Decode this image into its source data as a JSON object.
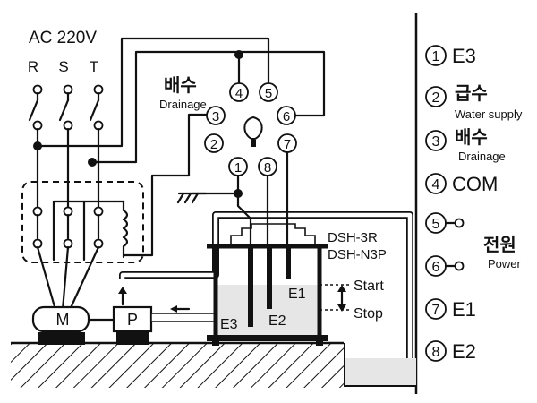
{
  "supply": {
    "label": "AC 220V",
    "phases": [
      "R",
      "S",
      "T"
    ]
  },
  "terminals": [
    {
      "num": "1",
      "label": "E3"
    },
    {
      "num": "2",
      "label": "급수",
      "sub": "Water supply"
    },
    {
      "num": "3",
      "label": "배수",
      "sub": "Drainage"
    },
    {
      "num": "4",
      "label": "COM"
    },
    {
      "num": "5",
      "label": ""
    },
    {
      "num": "6",
      "label": ""
    },
    {
      "num": "7",
      "label": "E1"
    },
    {
      "num": "8",
      "label": "E2"
    }
  ],
  "power": {
    "label": "전원",
    "sub": "Power"
  },
  "relay_drainage": {
    "label": "배수",
    "sub": "Drainage"
  },
  "tank": {
    "models": [
      "DSH-3R",
      "DSH-N3P"
    ]
  },
  "electrodes": [
    "E1",
    "E2",
    "E3"
  ],
  "levels": {
    "start": "Start",
    "stop": "Stop"
  },
  "motor": "M",
  "pump": "P"
}
